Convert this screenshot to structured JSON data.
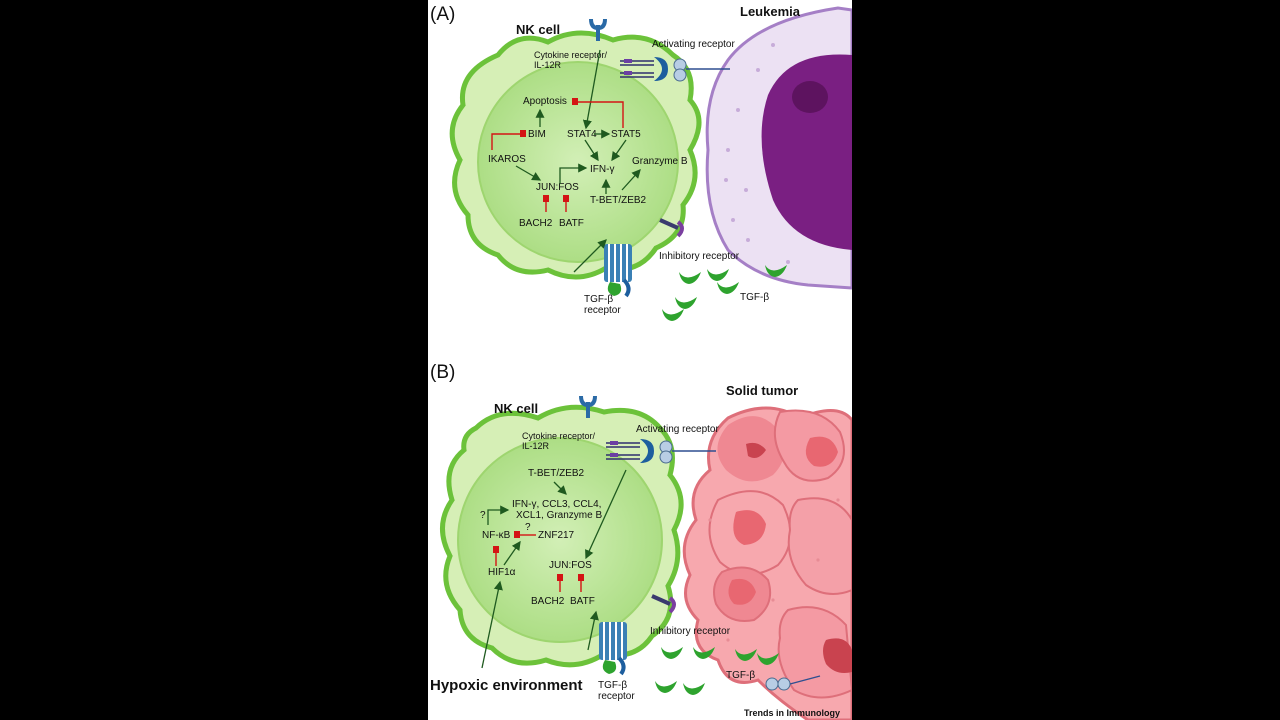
{
  "panelA": {
    "tag": "(A)",
    "nk_title": "NK cell",
    "target_title": "Leukemia",
    "labels": {
      "cytokine1": "Cytokine receptor/",
      "cytokine2": "IL-12R",
      "activating": "Activating receptor",
      "apoptosis": "Apoptosis",
      "bim": "BIM",
      "stat4": "STAT4",
      "stat5": "STAT5",
      "ikaros": "IKAROS",
      "ifng": "IFN-γ",
      "granzyme": "Granzyme B",
      "junfos": "JUN:FOS",
      "tbet": "T-BET/ZEB2",
      "bach2": "BACH2",
      "batf": "BATF",
      "inhibitory": "Inhibitory receptor",
      "tgfb_receptor1": "TGF-β",
      "tgfb_receptor2": "receptor",
      "tgfb": "TGF-β"
    }
  },
  "panelB": {
    "tag": "(B)",
    "nk_title": "NK cell",
    "target_title": "Solid tumor",
    "labels": {
      "cytokine1": "Cytokine receptor/",
      "cytokine2": "IL-12R",
      "activating": "Activating receptor",
      "tbet": "T-BET/ZEB2",
      "effector1": "IFN-γ, CCL3, CCL4,",
      "effector2": "XCL1, Granzyme B",
      "question1": "?",
      "question2": "?",
      "nfkb": "NF-κB",
      "znf217": "ZNF217",
      "hif1a": "HIF1α",
      "junfos": "JUN:FOS",
      "bach2": "BACH2",
      "batf": "BATF",
      "inhibitory": "Inhibitory receptor",
      "tgfb": "TGF-β",
      "tgfb_receptor1": "TGF-β",
      "tgfb_receptor2": "receptor",
      "hypoxic": "Hypoxic  environment"
    }
  },
  "credit": "Trends in Immunology",
  "colors": {
    "nk_fill": "#d6efb6",
    "nk_stroke": "#6cc23a",
    "nucleus": "#bfe49a",
    "leukemia_fill": "#ece1f3",
    "leukemia_stroke": "#a57fc6",
    "leukemia_nucleus": "#7a1f82",
    "tumor_fill": "#f7a8ae",
    "tumor_stroke": "#de6f7a",
    "tumor_nucleus": "#e86771",
    "arrow": "#1f5a1f",
    "block": "#d41414",
    "tgfb": "#2ea32e"
  }
}
